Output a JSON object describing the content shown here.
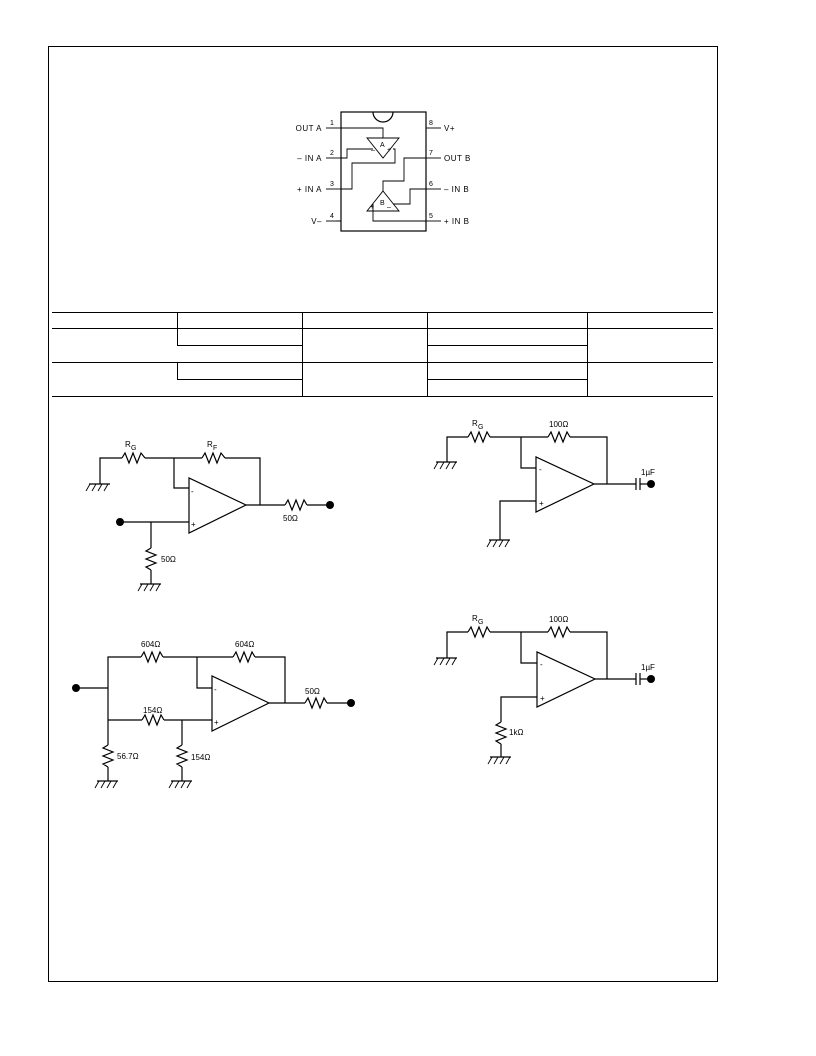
{
  "pinout": {
    "pins": [
      {
        "num": "1",
        "name": "OUT A"
      },
      {
        "num": "2",
        "name": "– IN A"
      },
      {
        "num": "3",
        "name": "+ IN A"
      },
      {
        "num": "4",
        "name": "V–"
      },
      {
        "num": "5",
        "name": "+ IN B"
      },
      {
        "num": "6",
        "name": "– IN B"
      },
      {
        "num": "7",
        "name": "OUT B"
      },
      {
        "num": "8",
        "name": "V+"
      }
    ],
    "amp_a": "A",
    "amp_b": "B"
  },
  "circuit1": {
    "rg": "R",
    "rg_sub": "G",
    "rf": "R",
    "rf_sub": "F",
    "r_out": "50Ω",
    "r_in": "50Ω",
    "minus": "-",
    "plus": "+"
  },
  "circuit2": {
    "rg": "R",
    "rg_sub": "G",
    "rf": "100Ω",
    "cap": "1µF",
    "minus": "-",
    "plus": "+"
  },
  "circuit3": {
    "r1": "604Ω",
    "r2": "604Ω",
    "r3": "154Ω",
    "r_out": "50Ω",
    "r4": "56.7Ω",
    "r5": "154Ω",
    "minus": "-",
    "plus": "+"
  },
  "circuit4": {
    "rg": "R",
    "rg_sub": "G",
    "rf": "100Ω",
    "cap": "1µF",
    "r_in": "1kΩ",
    "minus": "-",
    "plus": "+"
  }
}
